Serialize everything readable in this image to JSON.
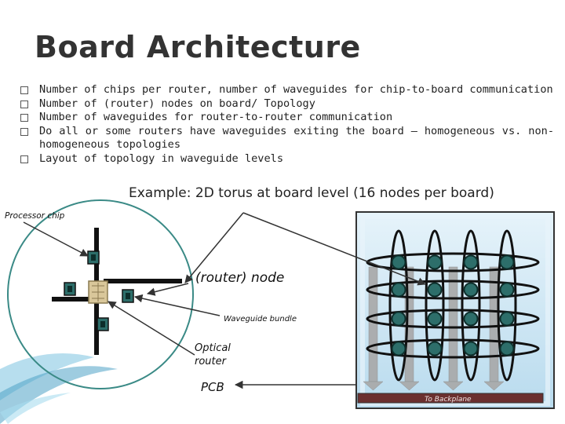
{
  "slide": {
    "title": "Board Architecture",
    "bullets": [
      "Number of chips per router, number of waveguides for chip-to-board communication",
      "Number of (router) nodes on board/ Topology",
      "Number of waveguides for router-to-router communication",
      "Do all or some routers have waveguides exiting the board – homogeneous vs. non-homogeneous topologies",
      "Layout of topology in waveguide levels"
    ],
    "example_label": "Example",
    "example_text": ": 2D torus at board level (16 nodes per board)"
  },
  "diagram": {
    "processor_chip": "Processor chip",
    "router_node": "(router) node",
    "waveguide_bundle": "Waveguide bundle",
    "optical_router_1": "Optical",
    "optical_router_2": "router",
    "pcb": "PCB",
    "to_backplane": "To Backplane",
    "torus_rows": 4,
    "torus_cols": 4
  },
  "colors": {
    "accent_swoosh": "#4fa3c7",
    "node_fill": "#2d6e6a",
    "board_fill": "#cfe6f2",
    "backplane_bar": "#6b2f2f",
    "waveguide": "#111111"
  }
}
